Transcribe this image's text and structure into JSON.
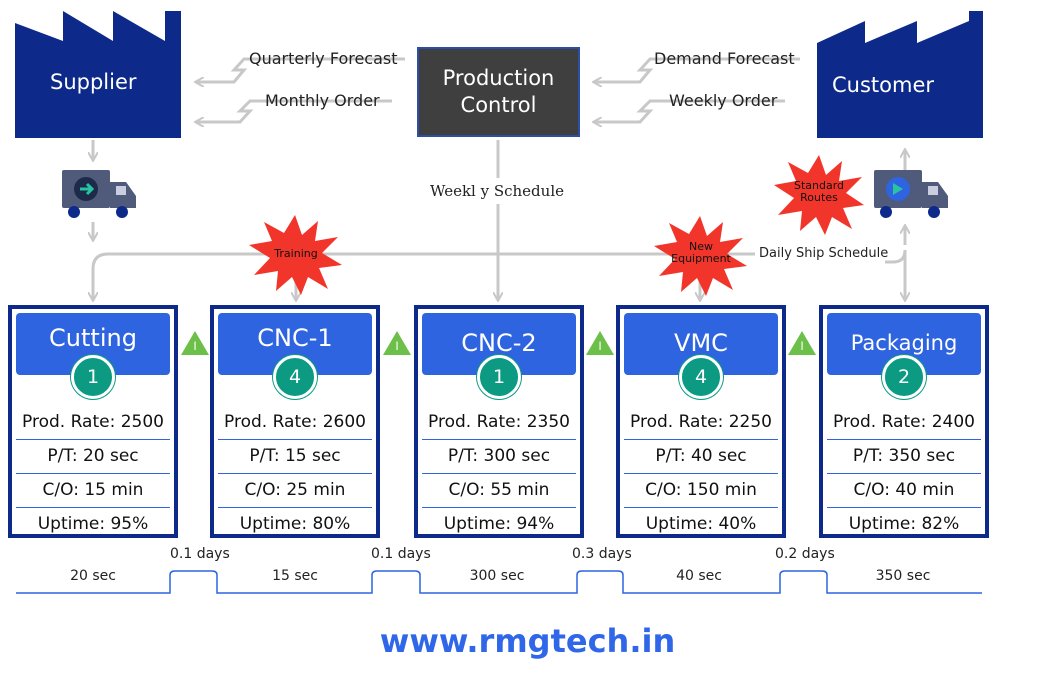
{
  "supplier": {
    "label": "Supplier"
  },
  "customer": {
    "label": "Customer"
  },
  "production_control": {
    "line1": "Production",
    "line2": "Control"
  },
  "info_flows": {
    "quarterly_forecast": "Quarterly Forecast",
    "monthly_order": "Monthly Order",
    "demand_forecast": "Demand Forecast",
    "weekly_order": "Weekly Order",
    "weekly_schedule": "Weekl y Schedule",
    "daily_ship_schedule": "Daily Ship Schedule"
  },
  "kaizen_bursts": {
    "training": "Training",
    "new_equipment_1": "New",
    "new_equipment_2": "Equipment",
    "standard_routes_1": "Standard",
    "standard_routes_2": "Routes"
  },
  "processes": [
    {
      "name": "Cutting",
      "operators": "1",
      "prod_rate": "Prod. Rate: 2500",
      "pt": "P/T: 20 sec",
      "co": "C/O: 15 min",
      "uptime": "Uptime: 95%"
    },
    {
      "name": "CNC-1",
      "operators": "4",
      "prod_rate": "Prod. Rate: 2600",
      "pt": "P/T: 15 sec",
      "co": "C/O: 25 min",
      "uptime": "Uptime: 80%"
    },
    {
      "name": "CNC-2",
      "operators": "1",
      "prod_rate": "Prod. Rate: 2350",
      "pt": "P/T: 300 sec",
      "co": "C/O: 55 min",
      "uptime": "Uptime: 94%"
    },
    {
      "name": "VMC",
      "operators": "4",
      "prod_rate": "Prod. Rate: 2250",
      "pt": "P/T: 40 sec",
      "co": "C/O: 150 min",
      "uptime": "Uptime: 40%"
    },
    {
      "name": "Packaging",
      "operators": "2",
      "prod_rate": "Prod. Rate: 2400",
      "pt": "P/T: 350 sec",
      "co": "C/O: 40 min",
      "uptime": "Uptime: 82%"
    }
  ],
  "inventory_icon": "inventory-triangle-icon",
  "inventory_symbol": "I",
  "timeline": {
    "days": [
      "0.1 days",
      "0.1 days",
      "0.3 days",
      "0.2 days"
    ],
    "process_times": [
      "20 sec",
      "15 sec",
      "300 sec",
      "40 sec",
      "350 sec"
    ]
  },
  "website": "www.rmgtech.in",
  "colors": {
    "factory": "#0d2a8a",
    "process_header": "#2e64e0",
    "operator": "#0d9a83",
    "kaizen": "#f2352a",
    "inventory": "#6cc04a",
    "website": "#2f67e8"
  }
}
